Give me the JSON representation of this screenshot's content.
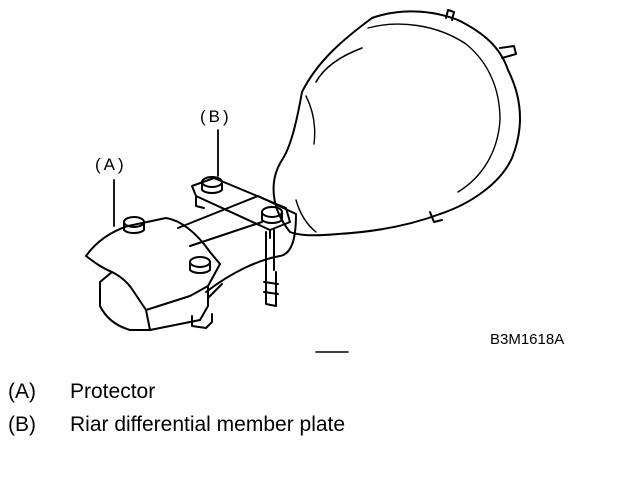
{
  "callouts": {
    "a": "(A)",
    "b": "(B)"
  },
  "figure_code": "B3M1618A",
  "legend": [
    {
      "key": "(A)",
      "text": "Protector"
    },
    {
      "key": "(B)",
      "text": "Riar differential member plate"
    }
  ],
  "colors": {
    "ink": "#000000",
    "paper": "#ffffff"
  }
}
